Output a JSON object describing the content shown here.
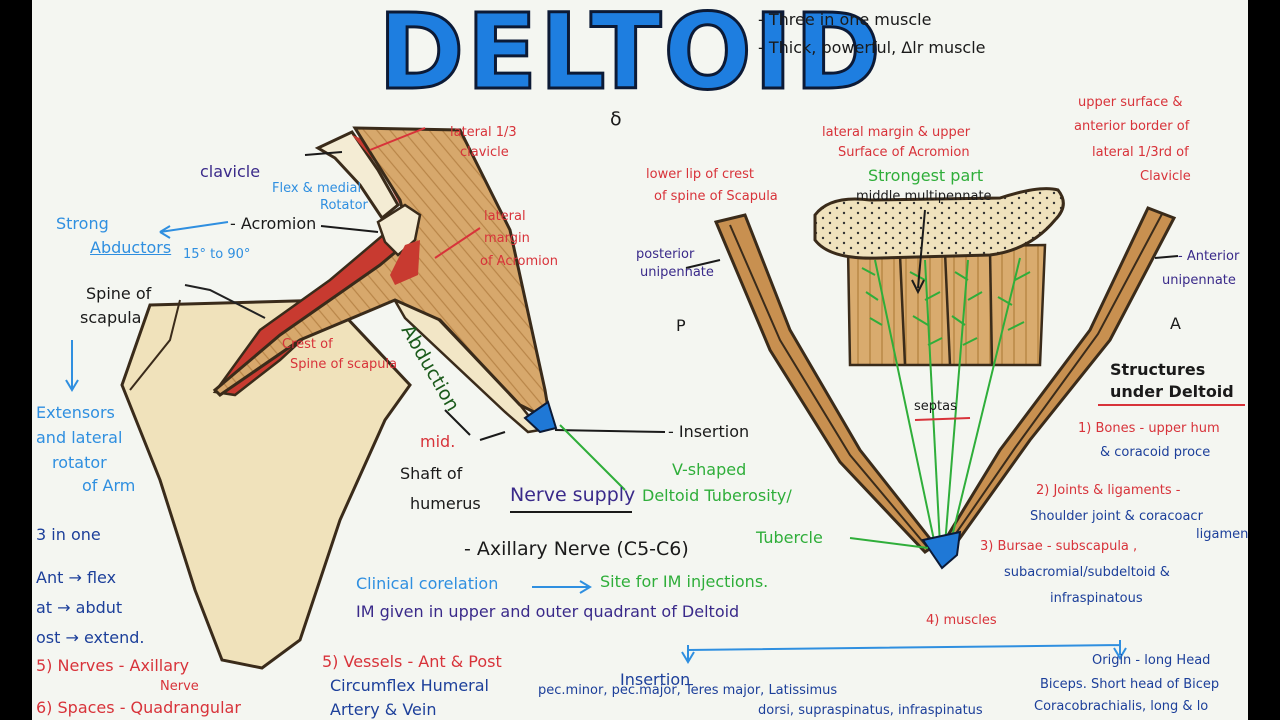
{
  "title": "DELTOID",
  "title_notes": [
    "- Three in one muscle",
    "- Thick, powerful, Δlr muscle"
  ],
  "symbol": "δ",
  "left": {
    "lateral_third_clavicle": [
      "lateral 1/3",
      "clavicle"
    ],
    "clavicle": "clavicle",
    "flex_medial": [
      "Flex & medial",
      "Rotator"
    ],
    "acromion": "- Acromion",
    "strong_abductors": [
      "Strong",
      "Abductors"
    ],
    "angle_range": "15° to 90°",
    "lateral_margin": [
      "lateral",
      "margin",
      "of Acromion"
    ],
    "spine_of_scapula": [
      "Spine of",
      "scapula"
    ],
    "abduction": "Abduction",
    "crest_of_spine": [
      "Crest of",
      "Spine of scapula"
    ],
    "extensors": [
      "Extensors",
      "and lateral",
      "rotator",
      "of Arm"
    ],
    "insertion": "- Insertion",
    "mid": "mid.",
    "shaft_of_humerus": [
      "Shaft of",
      "humerus"
    ],
    "v_shaped": [
      "V-shaped",
      "Deltoid Tuberosity/"
    ],
    "nerve_supply": "Nerve supply",
    "three_in_one": "3 in one",
    "ant": "Ant → flex",
    "lat": "at → abdut",
    "post": "ost → extend.",
    "nerves": "5) Nerves - Axillary",
    "nerve": "Nerve",
    "spaces": "6) Spaces - Quadrangular",
    "axillary_nerve": "- Axillary Nerve (C5-C6)",
    "tubercle": "Tubercle",
    "clinical": "Clinical corelation",
    "site_im": "Site for IM injections.",
    "im_given": "IM given  in upper and outer quadrant of Deltoid",
    "vessels": "5) Vessels - Ant & Post",
    "circumflex": "Circumflex Humeral",
    "artery_vein": "Artery & Vein"
  },
  "right": {
    "lateral_margin_upper": [
      "lateral margin & upper",
      "Surface of Acromion"
    ],
    "upper_surface": [
      "upper surface &",
      "anterior border of",
      "lateral 1/3rd of",
      "Clavicle"
    ],
    "lower_lip": [
      "lower lip of crest",
      "of spine of Scapula"
    ],
    "strongest_part": "Strongest part",
    "middle_multipennate": "middle  multipennate",
    "posterior_unipennate": [
      "posterior",
      "unipennate"
    ],
    "anterior_unipennate": [
      "- Anterior",
      "unipennate"
    ],
    "p": "P",
    "a": "A",
    "structures": [
      "Structures",
      "under Deltoid"
    ],
    "septas": "septas",
    "bones": [
      "1) Bones - upper hum",
      "& coracoid proce"
    ],
    "joints": [
      "2) Joints & ligaments -",
      "Shoulder joint & coracoacr",
      "ligamen"
    ],
    "bursae": [
      "3) Bursae - subscapula ,",
      "subacromial/subdeltoid &",
      "infraspinatous"
    ],
    "muscles": "4) muscles",
    "insertion": "Insertion",
    "origin": "Origin - long Head",
    "biceps": [
      "Biceps. Short head of Bicep",
      "Coracobrachialis, long & lo"
    ],
    "insertion_muscles": [
      "pec.minor, pec.major, Teres major, Latissimus",
      "dorsi, supraspinatus, infraspinatus"
    ]
  },
  "colors": {
    "title_blue": "#1e7ee0",
    "label_blue": "#2f8fe0",
    "label_red": "#d8333a",
    "label_green": "#2fae3a",
    "label_navy": "#1c3f9a",
    "muscle_tan": "#d4a56a",
    "bone_beige": "#f1e3bf",
    "insertion_blue": "#1f78d6"
  }
}
